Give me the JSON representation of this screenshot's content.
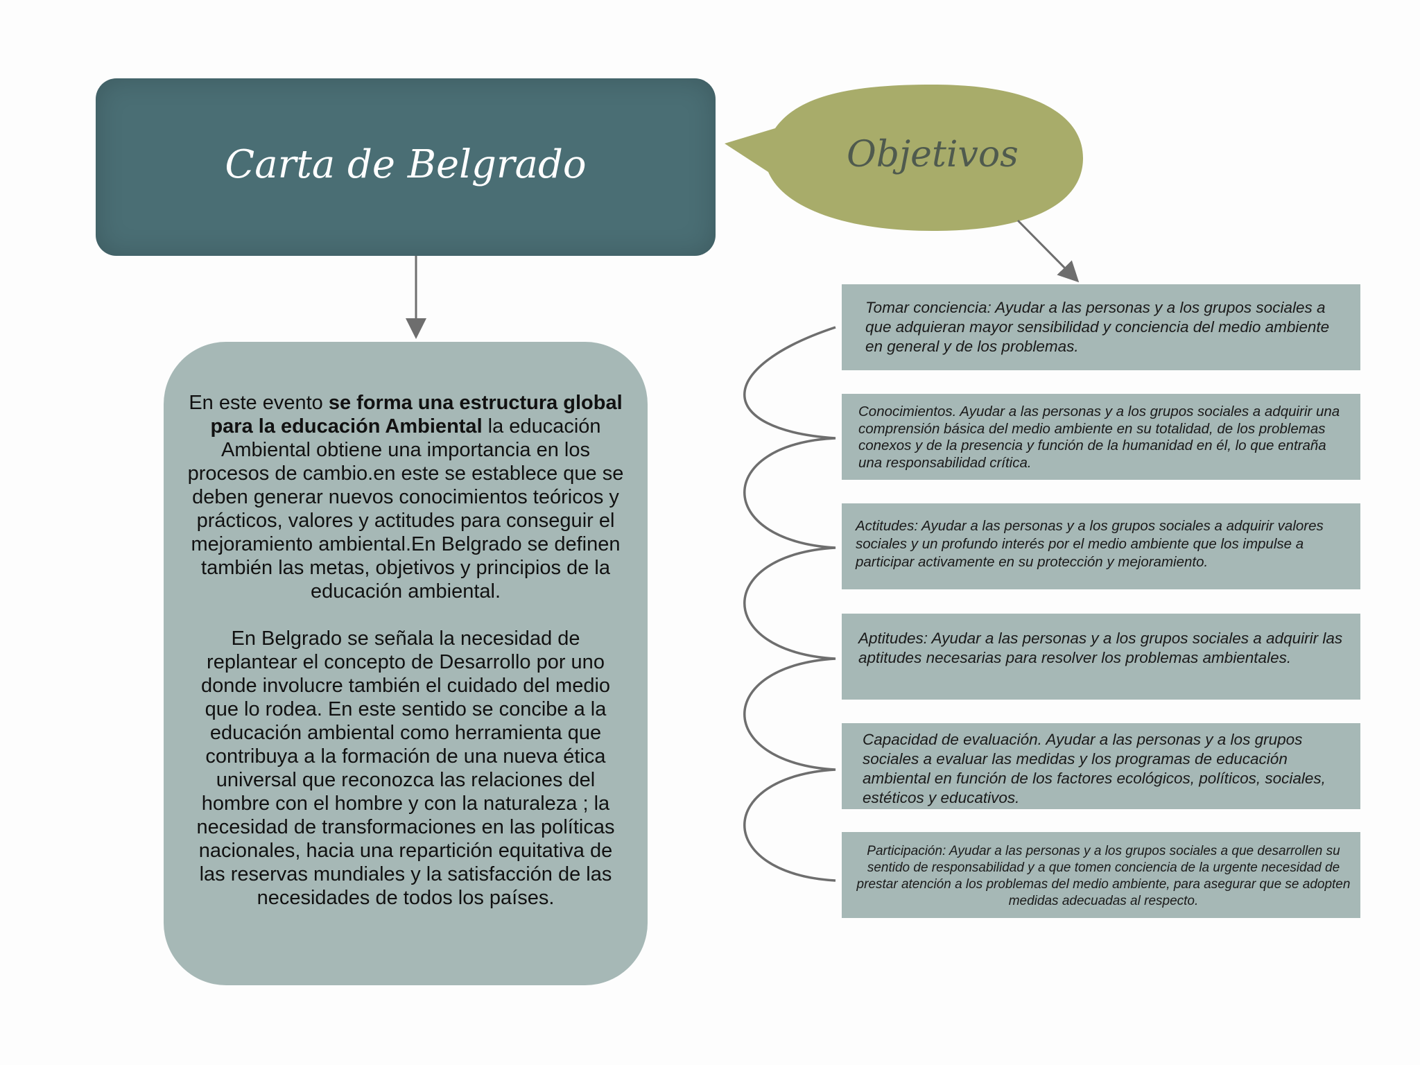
{
  "title": "Carta de Belgrado",
  "objectives_label": "Objetivos",
  "main": {
    "p1_pre": "En este evento ",
    "p1_bold": "se forma una estructura global para la educación Ambiental",
    "p1_post": " la educación Ambiental obtiene una importancia en los procesos de cambio.en este se establece que se deben generar nuevos conocimientos teóricos y prácticos, valores y actitudes para conseguir el mejoramiento ambiental.En Belgrado se definen también las metas, objetivos y principios de la educación ambiental.",
    "p2": "En Belgrado se señala la necesidad de replantear el concepto de Desarrollo por uno donde involucre también el cuidado del medio que lo rodea. En este sentido se concibe a la educación ambiental como herramienta que contribuya a la formación de una nueva ética universal que reconozca las relaciones del hombre con el hombre y con la naturaleza ; la necesidad de transformaciones en las políticas nacionales, hacia una repartición equitativa de las reservas mundiales y la satisfacción de las necesidades de todos los países."
  },
  "objectives": [
    "Tomar conciencia: Ayudar a las personas y a los grupos sociales a que adquieran mayor sensibilidad y conciencia del medio ambiente en general y de los problemas.",
    "Conocimientos. Ayudar a las personas y a los grupos sociales a adquirir una comprensión básica del medio ambiente en su totalidad, de los problemas conexos y de la presencia y función de la humanidad en él, lo que entraña una responsabilidad crítica.",
    "Actitudes: Ayudar a las personas y a los grupos sociales a adquirir valores sociales y un profundo interés por el medio ambiente que los impulse a participar activamente en su protección y mejoramiento.",
    "Aptitudes: Ayudar a las personas y a los grupos sociales a adquirir las aptitudes necesarias para resolver los problemas ambientales.",
    "Capacidad de evaluación. Ayudar a las personas y a los grupos sociales a evaluar las medidas y los programas de educación ambiental en función de los factores ecológicos, políticos, sociales, estéticos y educativos.",
    "Participación: Ayudar a las personas y a los grupos sociales a que desarrollen su sentido de responsabilidad y a que tomen conciencia de la urgente necesidad de prestar atención a los problemas del medio ambiente, para asegurar que se adopten medidas adecuadas al respecto."
  ],
  "colors": {
    "title_box": "#4a6e74",
    "bubble": "#a8ac6a",
    "boxes": "#a6b8b6",
    "connector": "#6e6e6e"
  }
}
